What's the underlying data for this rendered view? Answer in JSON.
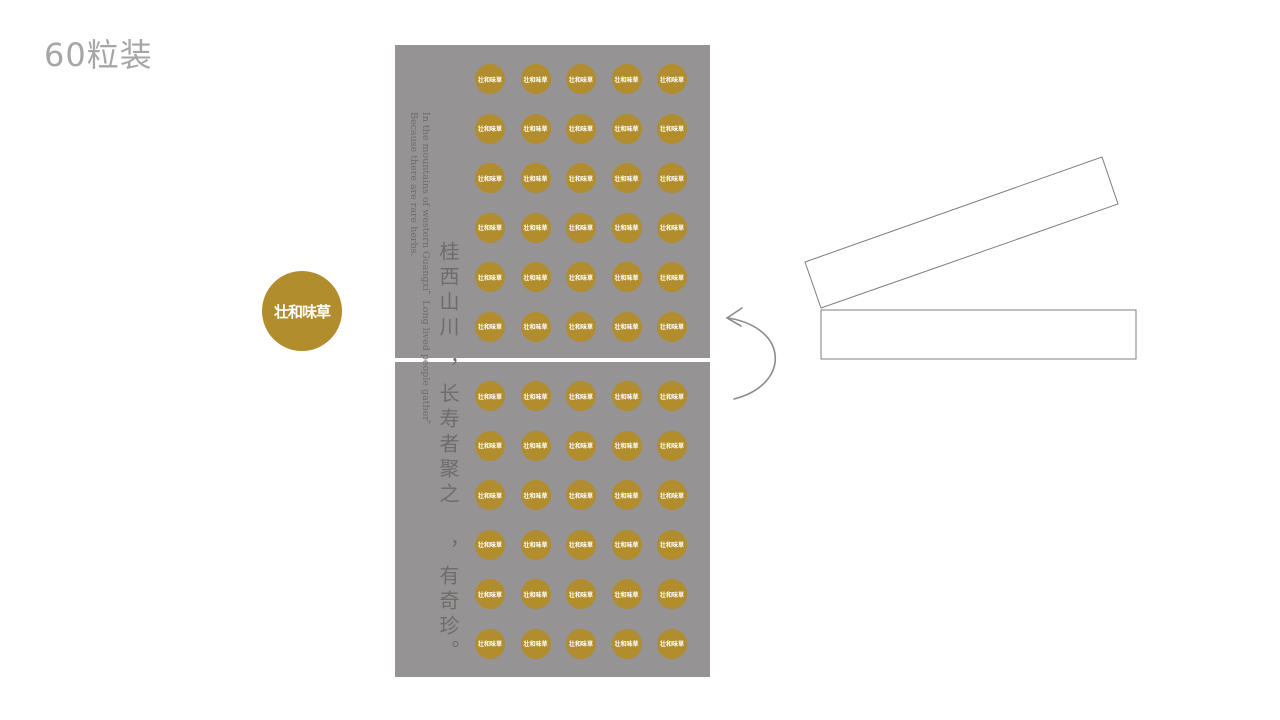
{
  "title": "60粒装",
  "logo_text": "壮和味草",
  "dot_text": "壮和味草",
  "colors": {
    "panel": "#959393",
    "gold": "#b28d2d",
    "title": "#a6a6a6",
    "outline": "#7f7f7f"
  },
  "text": {
    "en_line1": "In the mountains of western Guangxi，Long lived people gather，",
    "en_line2": "Because there are rare herbs.",
    "cn_line1": "桂西山川",
    "cn_line2": "，长寿者聚之",
    "cn_line3": "，有奇珍。"
  },
  "icons": {
    "arrow": "curved-arrow-left-icon"
  }
}
